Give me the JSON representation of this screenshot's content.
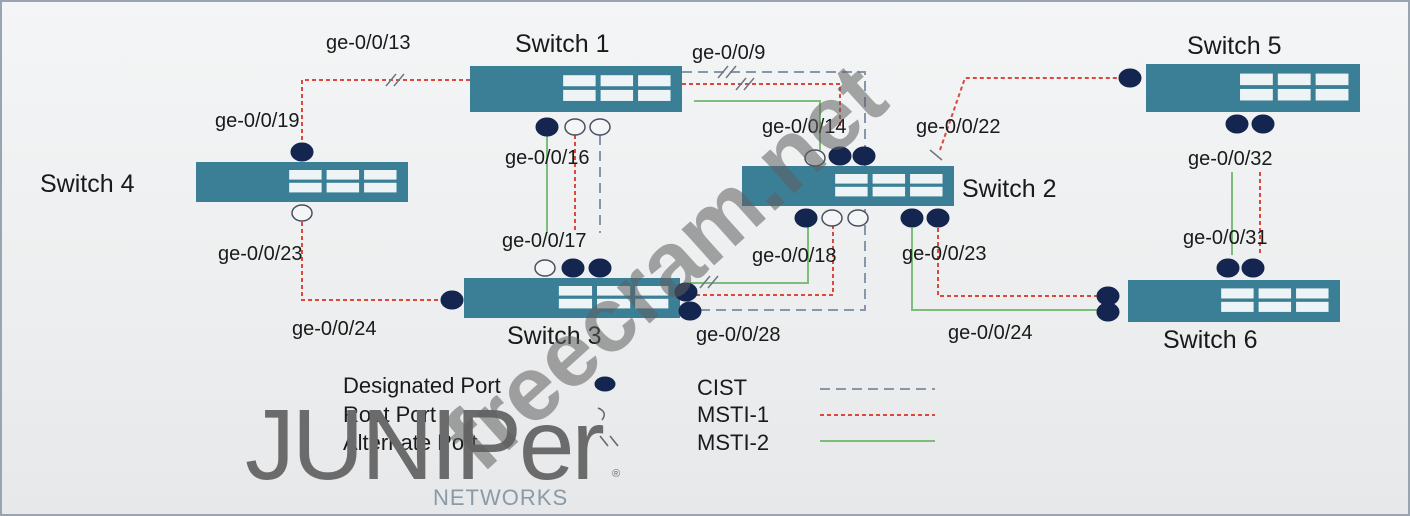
{
  "colors": {
    "switch_body": "#3b7f97",
    "switch_ports": "#eef3f5",
    "designated": "#14264f",
    "cist": "#8896ad",
    "msti1": "#d94a3c",
    "msti2": "#7dbd7a"
  },
  "switches": [
    {
      "id": "sw1",
      "label": "Switch 1"
    },
    {
      "id": "sw2",
      "label": "Switch 2"
    },
    {
      "id": "sw3",
      "label": "Switch 3"
    },
    {
      "id": "sw4",
      "label": "Switch 4"
    },
    {
      "id": "sw5",
      "label": "Switch 5"
    },
    {
      "id": "sw6",
      "label": "Switch 6"
    }
  ],
  "ports": {
    "sw1_ge13": "ge-0/0/13",
    "sw1_ge9": "ge-0/0/9",
    "sw4_ge19": "ge-0/0/19",
    "sw1_ge16": "ge-0/0/16",
    "sw2_ge14": "ge-0/0/14",
    "sw2_ge22": "ge-0/0/22",
    "sw5_ge32": "ge-0/0/32",
    "sw3_ge17": "ge-0/0/17",
    "sw4_ge23": "ge-0/0/23",
    "sw2_ge18": "ge-0/0/18",
    "sw2_ge23": "ge-0/0/23",
    "sw6_ge31": "ge-0/0/31",
    "sw3_ge24": "ge-0/0/24",
    "sw3_ge28": "ge-0/0/28",
    "sw6_ge24": "ge-0/0/24"
  },
  "legend": {
    "designated": "Designated Port",
    "root": "Root Port",
    "alternate": "Alternate Port",
    "cist": "CIST",
    "msti1": "MSTI-1",
    "msti2": "MSTI-2"
  },
  "watermark": "freecram.net",
  "brand": {
    "logo": "JUNIPer",
    "sub": "NETWORKS",
    "reg": "®"
  }
}
